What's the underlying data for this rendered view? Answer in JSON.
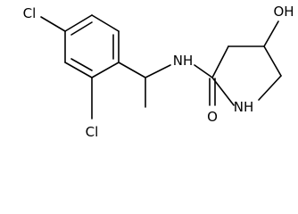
{
  "molecule": {
    "atom_labels": {
      "cl_top": "Cl",
      "cl_bottom": "Cl",
      "amide_nh": "NH",
      "amide_o": "O",
      "ring_nh": "NH",
      "hydroxyl": "OH"
    }
  }
}
